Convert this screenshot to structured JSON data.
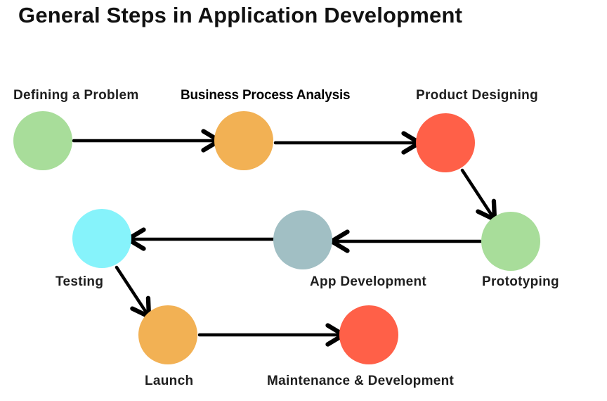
{
  "title": "General Steps in Application Development",
  "steps": [
    {
      "label": "Defining a Problem",
      "color": "#A8DD9A"
    },
    {
      "label": "Business Process Analysis",
      "color": "#F2B154"
    },
    {
      "label": "Product Designing",
      "color": "#FF6048"
    },
    {
      "label": "Prototyping",
      "color": "#A8DD9A"
    },
    {
      "label": "App Development",
      "color": "#A1BFC4"
    },
    {
      "label": "Testing",
      "color": "#86F3FB"
    },
    {
      "label": "Launch",
      "color": "#F2B154"
    },
    {
      "label": "Maintenance & Development",
      "color": "#FF6048"
    }
  ],
  "colors": {
    "arrow": "#000000",
    "text": "#1e1e1e"
  }
}
